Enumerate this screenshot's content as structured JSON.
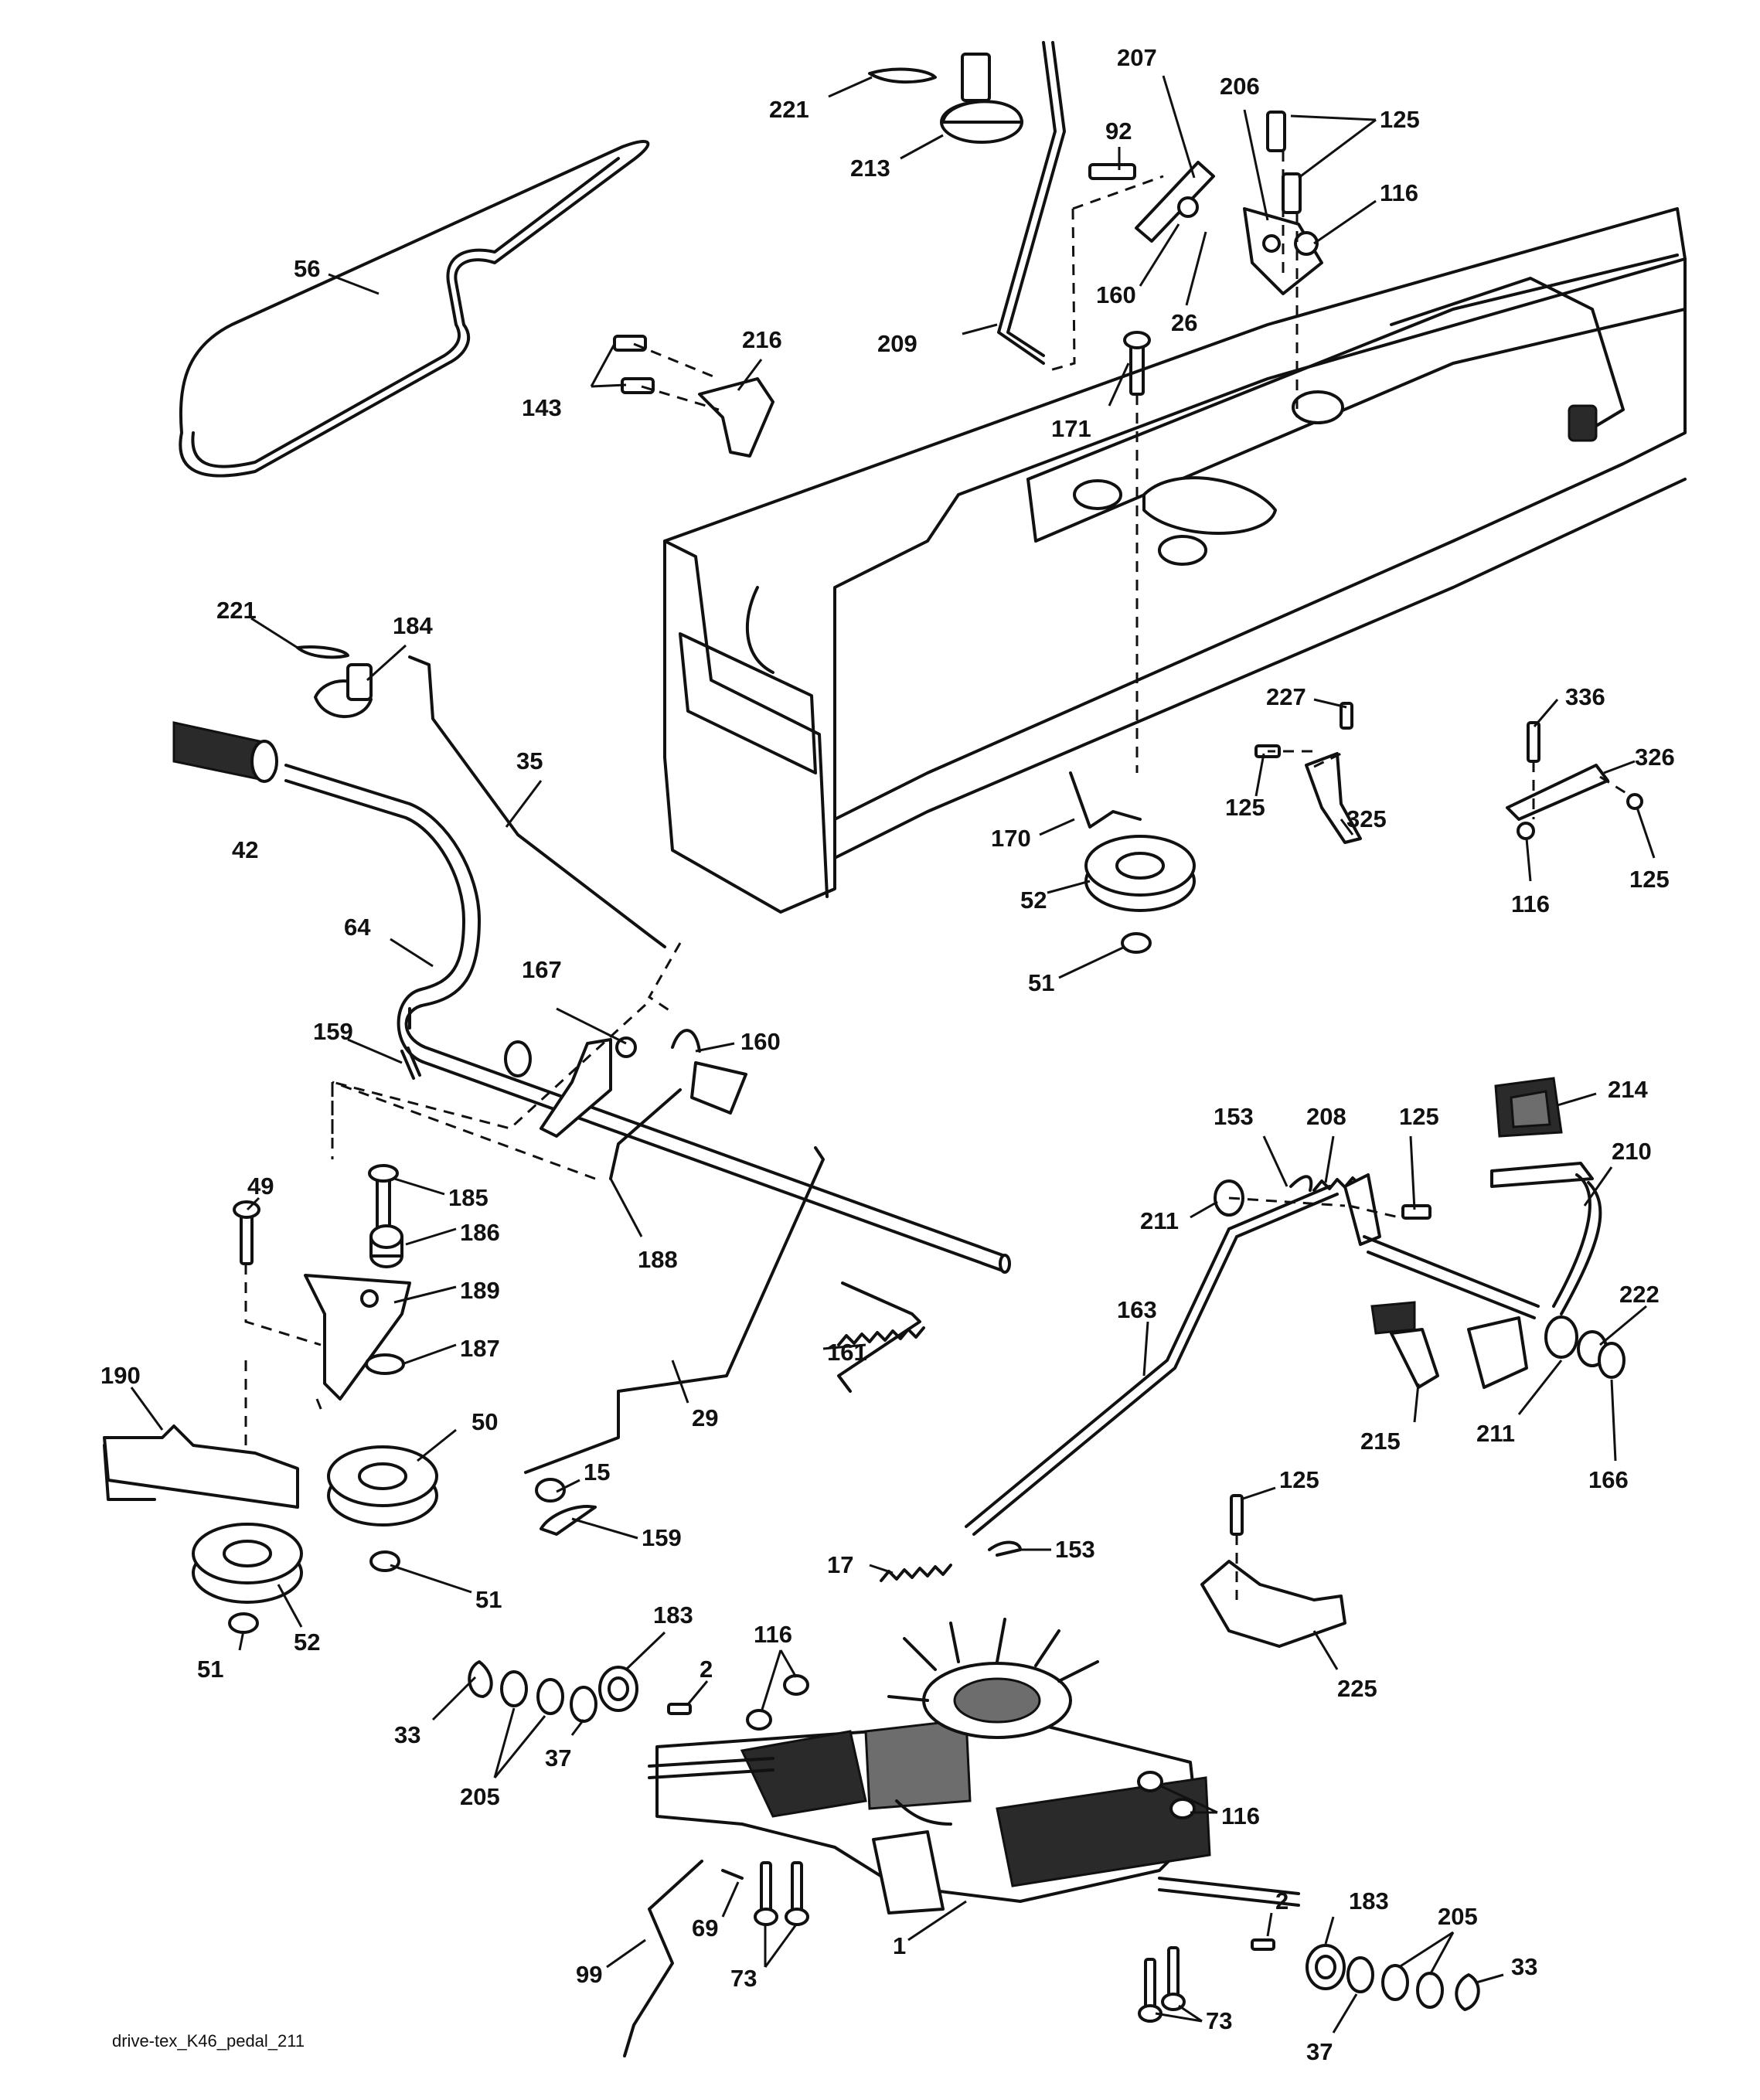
{
  "caption": "drive-tex_K46_pedal_211",
  "callouts": [
    {
      "id": "c-221a",
      "text": "221"
    },
    {
      "id": "c-213",
      "text": "213"
    },
    {
      "id": "c-56",
      "text": "56"
    },
    {
      "id": "c-143",
      "text": "143"
    },
    {
      "id": "c-216",
      "text": "216"
    },
    {
      "id": "c-209",
      "text": "209"
    },
    {
      "id": "c-92",
      "text": "92"
    },
    {
      "id": "c-207",
      "text": "207"
    },
    {
      "id": "c-206",
      "text": "206"
    },
    {
      "id": "c-125a",
      "text": "125"
    },
    {
      "id": "c-116a",
      "text": "116"
    },
    {
      "id": "c-160a",
      "text": "160"
    },
    {
      "id": "c-26",
      "text": "26"
    },
    {
      "id": "c-171",
      "text": "171"
    },
    {
      "id": "c-221b",
      "text": "221"
    },
    {
      "id": "c-184",
      "text": "184"
    },
    {
      "id": "c-42",
      "text": "42"
    },
    {
      "id": "c-35",
      "text": "35"
    },
    {
      "id": "c-64",
      "text": "64"
    },
    {
      "id": "c-167",
      "text": "167"
    },
    {
      "id": "c-160b",
      "text": "160"
    },
    {
      "id": "c-159a",
      "text": "159"
    },
    {
      "id": "c-227",
      "text": "227"
    },
    {
      "id": "c-336",
      "text": "336"
    },
    {
      "id": "c-326",
      "text": "326"
    },
    {
      "id": "c-125b",
      "text": "125"
    },
    {
      "id": "c-325",
      "text": "325"
    },
    {
      "id": "c-125c",
      "text": "125"
    },
    {
      "id": "c-116b",
      "text": "116"
    },
    {
      "id": "c-170",
      "text": "170"
    },
    {
      "id": "c-52a",
      "text": "52"
    },
    {
      "id": "c-51a",
      "text": "51"
    },
    {
      "id": "c-153a",
      "text": "153"
    },
    {
      "id": "c-208",
      "text": "208"
    },
    {
      "id": "c-125d",
      "text": "125"
    },
    {
      "id": "c-214",
      "text": "214"
    },
    {
      "id": "c-210",
      "text": "210"
    },
    {
      "id": "c-211a",
      "text": "211"
    },
    {
      "id": "c-49",
      "text": "49"
    },
    {
      "id": "c-185",
      "text": "185"
    },
    {
      "id": "c-186",
      "text": "186"
    },
    {
      "id": "c-188",
      "text": "188"
    },
    {
      "id": "c-189",
      "text": "189"
    },
    {
      "id": "c-187",
      "text": "187"
    },
    {
      "id": "c-190",
      "text": "190"
    },
    {
      "id": "c-50",
      "text": "50"
    },
    {
      "id": "c-161",
      "text": "161"
    },
    {
      "id": "c-29",
      "text": "29"
    },
    {
      "id": "c-163",
      "text": "163"
    },
    {
      "id": "c-222",
      "text": "222"
    },
    {
      "id": "c-215",
      "text": "215"
    },
    {
      "id": "c-211b",
      "text": "211"
    },
    {
      "id": "c-166",
      "text": "166"
    },
    {
      "id": "c-15",
      "text": "15"
    },
    {
      "id": "c-159b",
      "text": "159"
    },
    {
      "id": "c-125e",
      "text": "125"
    },
    {
      "id": "c-51b",
      "text": "51"
    },
    {
      "id": "c-52b",
      "text": "52"
    },
    {
      "id": "c-51c",
      "text": "51"
    },
    {
      "id": "c-17",
      "text": "17"
    },
    {
      "id": "c-153b",
      "text": "153"
    },
    {
      "id": "c-225",
      "text": "225"
    },
    {
      "id": "c-183a",
      "text": "183"
    },
    {
      "id": "c-116c",
      "text": "116"
    },
    {
      "id": "c-2a",
      "text": "2"
    },
    {
      "id": "c-33a",
      "text": "33"
    },
    {
      "id": "c-205a",
      "text": "205"
    },
    {
      "id": "c-37a",
      "text": "37"
    },
    {
      "id": "c-116d",
      "text": "116"
    },
    {
      "id": "c-2b",
      "text": "2"
    },
    {
      "id": "c-183b",
      "text": "183"
    },
    {
      "id": "c-69",
      "text": "69"
    },
    {
      "id": "c-73a",
      "text": "73"
    },
    {
      "id": "c-1",
      "text": "1"
    },
    {
      "id": "c-99",
      "text": "99"
    },
    {
      "id": "c-205b",
      "text": "205"
    },
    {
      "id": "c-33b",
      "text": "33"
    },
    {
      "id": "c-73b",
      "text": "73"
    },
    {
      "id": "c-37b",
      "text": "37"
    }
  ]
}
